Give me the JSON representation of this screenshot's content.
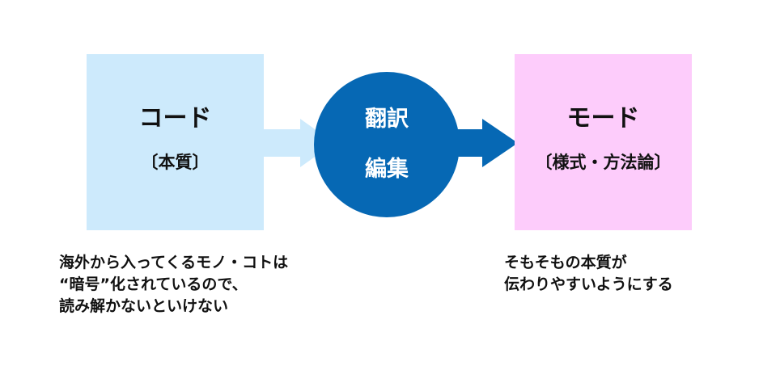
{
  "left_box": {
    "title": "コード",
    "subtitle": "〔本質〕",
    "color": "#cdeafc"
  },
  "center_circle": {
    "line1": "翻訳",
    "line2": "編集",
    "color": "#0668b4"
  },
  "right_box": {
    "title": "モード",
    "subtitle": "〔様式・方法論〕",
    "color": "#fdccfb"
  },
  "arrows": {
    "left_arrow_color": "#cdeafc",
    "right_arrow_color": "#0668b4"
  },
  "captions": {
    "left": [
      "海外から入ってくるモノ・コトは",
      "“暗号”化されているので、",
      "読み解かないといけない"
    ],
    "right": [
      "そもそもの本質が",
      "伝わりやすいようにする"
    ]
  }
}
